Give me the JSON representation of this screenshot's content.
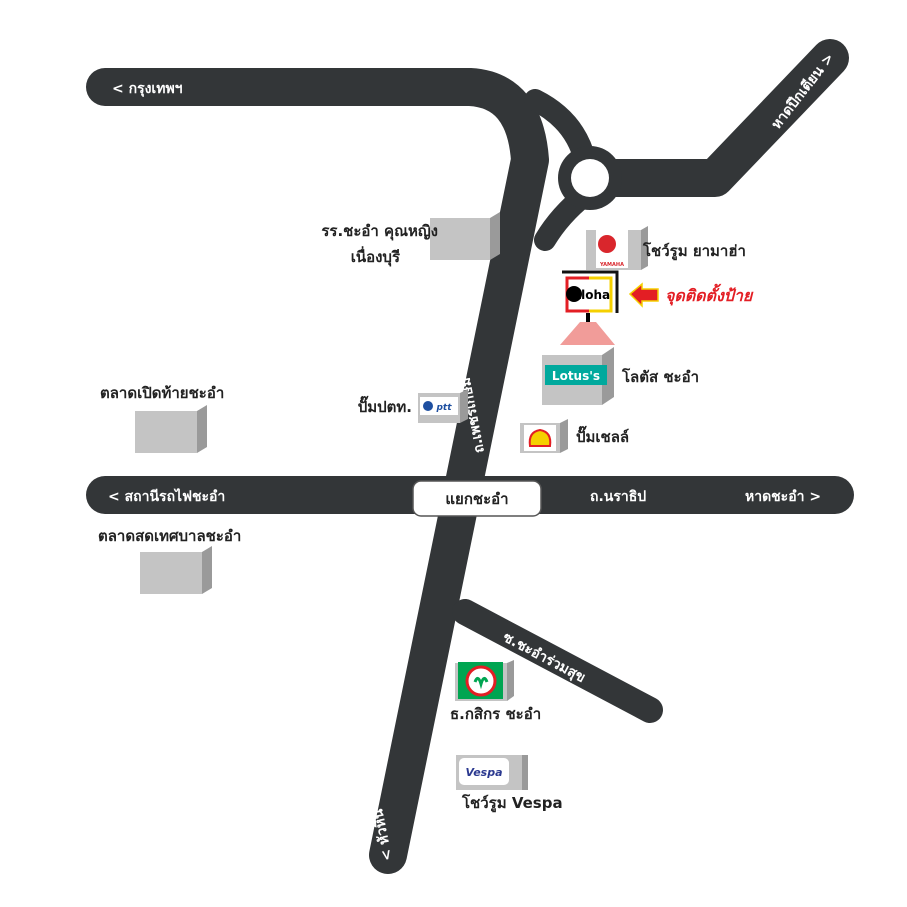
{
  "roads": {
    "bangkok": "< กรุงเทพฯ",
    "hat_puek_tian": "หาดปึกเตียน >",
    "station": "< สถานีรถไฟชะอำ",
    "narathip": "ถ.นราธิป",
    "hat_cha_am": "หาดชะอำ >",
    "phetkasem": "ถ.เพชรเกษม",
    "soi": "ซ.ชะอำร่วมสุข",
    "hua_hin": "< หัวหิน",
    "junction": "แยกชะอำ"
  },
  "places": {
    "school_1": "รร.ชะอำ คุณหญิง",
    "school_2": "เนื่องบุรี",
    "yamaha": "โชว์รูม ยามาฮ่า",
    "yamaha_logo": "YAMAHA",
    "install_point": "จุดติดตั้งป้าย",
    "aloha_logo": "Aloha",
    "lotus": "โลตัส ชะอำ",
    "lotus_logo": "Lotus's",
    "ptt": "ปั๊มปตท.",
    "ptt_logo": "ptt",
    "shell": "ปั๊มเชลล์",
    "market_1": "ตลาดเปิดท้ายชะอำ",
    "market_2": "ตลาดสดเทศบาลชะอำ",
    "kbank": "ธ.กสิกร ชะอำ",
    "vespa": "โชว์รูม Vespa",
    "vespa_logo": "Vespa"
  },
  "colors": {
    "road": "#333638",
    "building": "#bfbfbf",
    "accent": "#e31e24"
  }
}
